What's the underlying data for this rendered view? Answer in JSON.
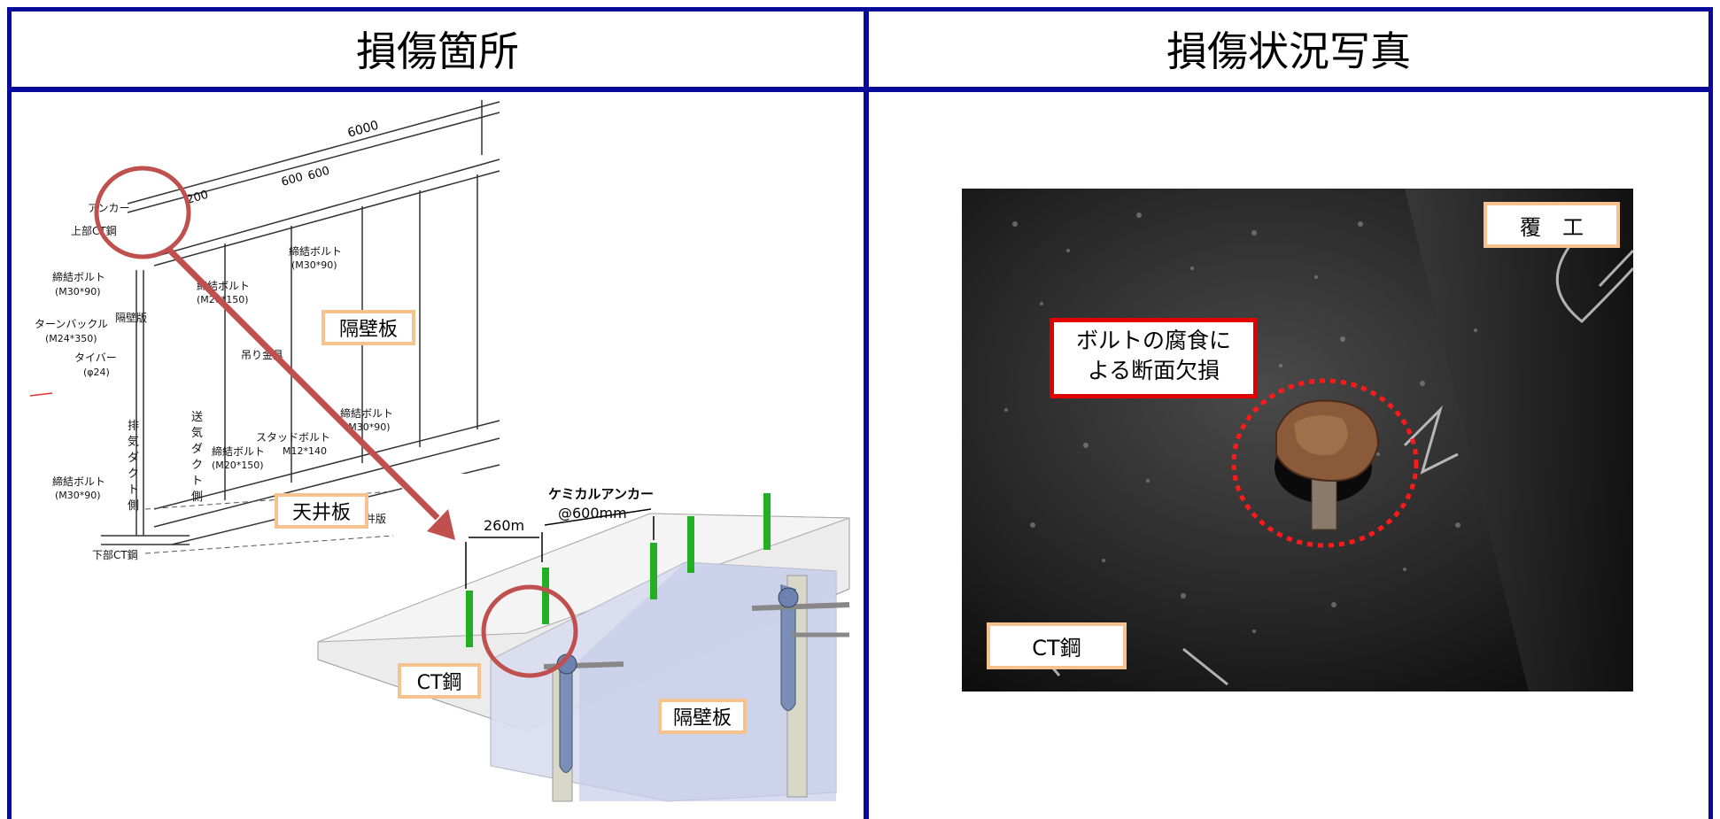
{
  "headers": {
    "left": "損傷箇所",
    "right": "損傷状況写真"
  },
  "drawing": {
    "dim_total": "6000",
    "dim_200": "200",
    "dim_600a": "600",
    "dim_600b": "600",
    "anchor": "アンカー",
    "upper_ct": "上部CT鋼",
    "bolt1": "締結ボルト",
    "bolt1_size": "(M30*90)",
    "turnbuckle": "ターンバックル",
    "turnbuckle_size": "(M24*350)",
    "partition_plate": "隔壁版",
    "tiebar": "タイバー",
    "tiebar_size": "(φ24)",
    "bolt_mid": "締結ボルト",
    "bolt_mid_size": "(M20*150)",
    "bolt_top": "締結ボルト",
    "bolt_top_size": "(M30*90)",
    "hanger": "吊り金具",
    "exhaust": [
      "排",
      "気",
      "ダ",
      "ク",
      "ト",
      "側"
    ],
    "supply": [
      "送",
      "気",
      "ダ",
      "ク",
      "ト",
      "側"
    ],
    "stud_bolt": "スタッドボルト",
    "stud_size": "M12*140",
    "bolt_low": "締結ボルト",
    "bolt_low_size": "(M20*150)",
    "bolt_right": "締結ボルト",
    "bolt_right_size": "(M30*90)",
    "bolt_bottom": "締結ボルト",
    "bolt_bottom_size": "(M30*90)",
    "lower_ct": "下部CT鋼",
    "ceiling_small": "井版"
  },
  "detail": {
    "dim_260": "260m",
    "chem_anchor": "ケミカルアンカー",
    "pitch": "@600mm"
  },
  "labels": {
    "partition_left": "隔壁板",
    "ceiling": "天井板",
    "ct_left": "CT鋼",
    "partition_detail": "隔壁板",
    "lining": "覆　工",
    "ct_photo": "CT鋼"
  },
  "callout": {
    "line1": "ボルトの腐食に",
    "line2": "よる断面欠損"
  },
  "colors": {
    "frame": "#0a0a9a",
    "highlight_circle": "#c0504d",
    "label_border": "#f6c38e",
    "callout_border": "#e00000",
    "anchor_green": "#22b022"
  }
}
